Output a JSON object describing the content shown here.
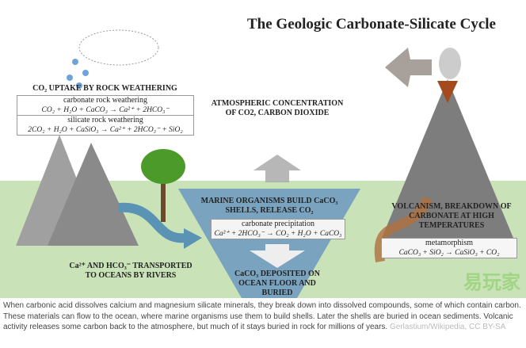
{
  "title": "The Geologic Carbonate-Silicate Cycle",
  "uptake": {
    "heading": "CO₂ UPTAKE BY ROCK WEATHERING",
    "carb_label": "carbonate rock weathering",
    "carb_eq": "CO₂ + H₂O + CaCO₃ → Ca²⁺ + 2HCO₃⁻",
    "sil_label": "silicate rock weathering",
    "sil_eq": "2CO₂ + H₂O + CaSiO₃ → Ca²⁺ + 2HCO₃⁻ + SiO₂"
  },
  "atmosphere": "ATMOSPHERIC CONCENTRATION OF CO2, CARBON DIOXIDE",
  "marine": {
    "heading": "MARINE ORGANISMS BUILD CaCO₃ SHELLS, RELEASE CO₂",
    "label": "carbonate precipitation",
    "eq": "Ca²⁺ + 2HCO₃⁻ → CO₂ + H₂O + CaCO₃",
    "deposited": "CaCO₃ DEPOSITED ON OCEAN FLOOR AND BURIED"
  },
  "rivers": "Ca²⁺ AND HCO₃⁻ TRANSPORTED TO OCEANS BY RIVERS",
  "volcanism": {
    "heading": "VOLCANISM, BREAKDOWN OF CARBONATE AT HIGH TEMPERATURES",
    "label": "metamorphism",
    "eq": "CaCO₃ + SiO₂ → CaSiO₃ + CO₂"
  },
  "description": "When carbonic acid dissolves calcium and magnesium silicate minerals, they break down into dissolved compounds, some of which contain carbon. These materials can flow to the ocean, where marine organisms use them to build shells. Later the shells are buried in ocean sediments. Volcanic activity releases some carbon back to the atmosphere, but much of it stays buried in rock for millions of years.",
  "credit": "Gerlastium/Wikipedia, CC BY-SA",
  "watermark": "易玩家"
}
